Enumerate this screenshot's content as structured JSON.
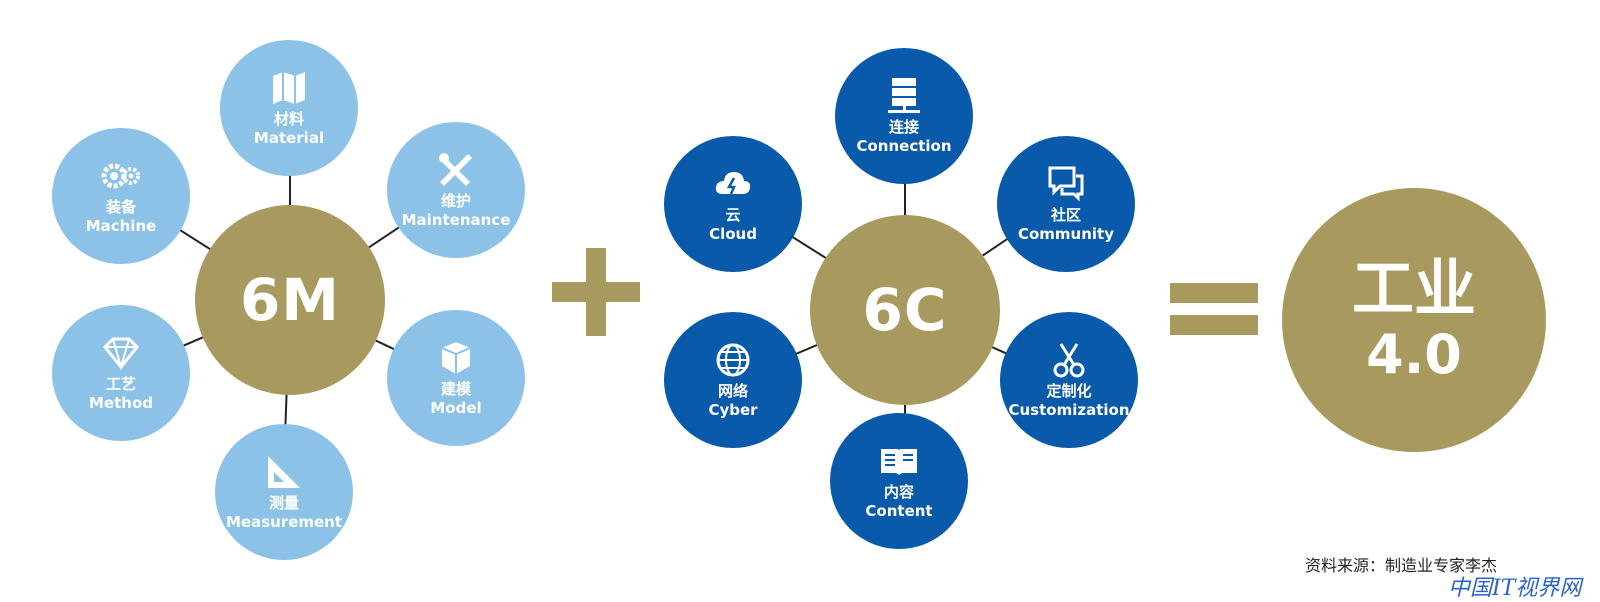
{
  "group_6m": {
    "hub": "6M",
    "nodes": [
      {
        "zh": "材料",
        "en": "Material",
        "icon": "map-icon"
      },
      {
        "zh": "维护",
        "en": "Maintenance",
        "icon": "tools-icon"
      },
      {
        "zh": "建模",
        "en": "Model",
        "icon": "box-icon"
      },
      {
        "zh": "测量",
        "en": "Measurement",
        "icon": "ruler-icon"
      },
      {
        "zh": "工艺",
        "en": "Method",
        "icon": "diamond-icon"
      },
      {
        "zh": "装备",
        "en": "Machine",
        "icon": "gears-icon"
      }
    ]
  },
  "group_6c": {
    "hub": "6C",
    "nodes": [
      {
        "zh": "连接",
        "en": "Connection",
        "icon": "server-icon"
      },
      {
        "zh": "社区",
        "en": "Community",
        "icon": "chat-icon"
      },
      {
        "zh": "定制化",
        "en": "Customization",
        "icon": "scissors-icon"
      },
      {
        "zh": "内容",
        "en": "Content",
        "icon": "book-icon"
      },
      {
        "zh": "网络",
        "en": "Cyber",
        "icon": "globe-icon"
      },
      {
        "zh": "云",
        "en": "Cloud",
        "icon": "cloud-icon"
      }
    ]
  },
  "result": {
    "line1": "工业",
    "line2": "4.0"
  },
  "source_note": "资料来源：制造业专家李杰",
  "watermark": "中国IT视界网",
  "colors": {
    "light_node": "#8cc2e8",
    "dark_node": "#0a5aab",
    "hub": "#a89a5f",
    "line": "#222222"
  }
}
